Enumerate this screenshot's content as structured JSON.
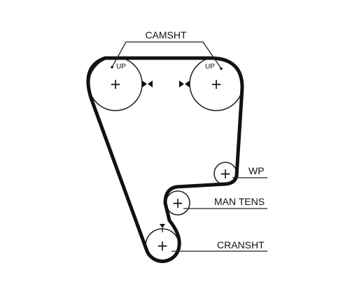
{
  "labels": {
    "camshaft": "CAMSHT",
    "water_pump": "WP",
    "tensioner": "MAN TENS",
    "crankshaft": "CRANSHT",
    "up_left": "UP",
    "up_right": "UP"
  },
  "glyphs": {
    "center_mark": "+"
  },
  "colors": {
    "belt": "#111111",
    "line": "#222222",
    "background": "#ffffff"
  }
}
